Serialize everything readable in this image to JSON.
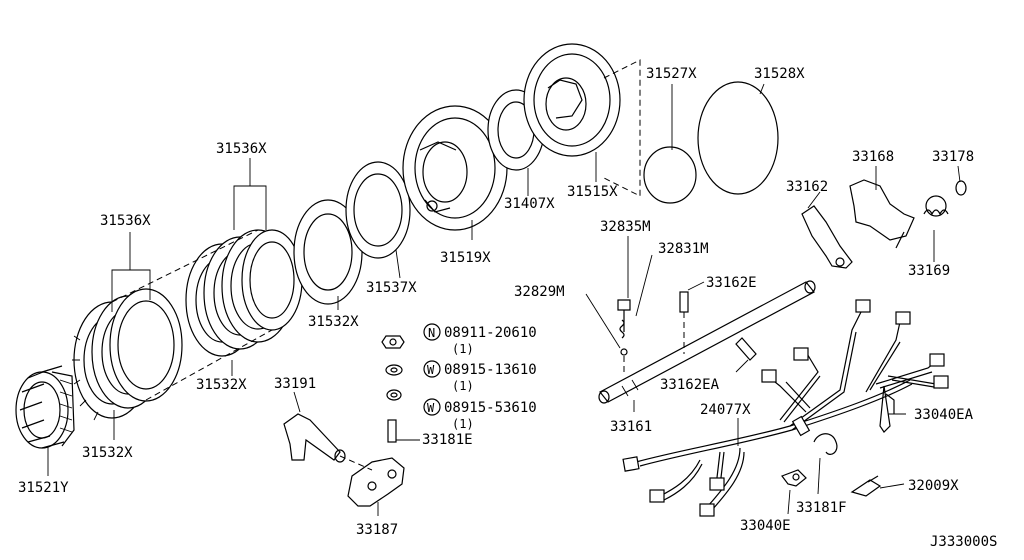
{
  "diagram_code": "J333000S",
  "labels": {
    "p31536x_top": "31536X",
    "p31536x_left": "31536X",
    "p31532x_mid": "31532X",
    "p31537x": "31537X",
    "p31532x_center": "31532X",
    "p31532x_bottom": "31532X",
    "p31521y": "31521Y",
    "p31519x": "31519X",
    "p31407x": "31407X",
    "p31515x": "31515X",
    "p31527x": "31527X",
    "p31528x": "31528X",
    "p33168": "33168",
    "p33178": "33178",
    "p33162": "33162",
    "p33169": "33169",
    "p32835m": "32835M",
    "p32831m": "32831M",
    "p32829m": "32829M",
    "p33162e": "33162E",
    "p33162ea": "33162EA",
    "p33161": "33161",
    "p24077x": "24077X",
    "p33040ea": "33040EA",
    "p33191": "33191",
    "p33181e": "33181E",
    "p33187": "33187",
    "p33181f": "33181F",
    "p33040e": "33040E",
    "p32009x": "32009X"
  },
  "fasteners": [
    {
      "marker": "N",
      "number": "08911-20610",
      "qty": "(1)"
    },
    {
      "marker": "W",
      "number": "08915-13610",
      "qty": "(1)"
    },
    {
      "marker": "W",
      "number": "08915-53610",
      "qty": "(1)"
    }
  ]
}
